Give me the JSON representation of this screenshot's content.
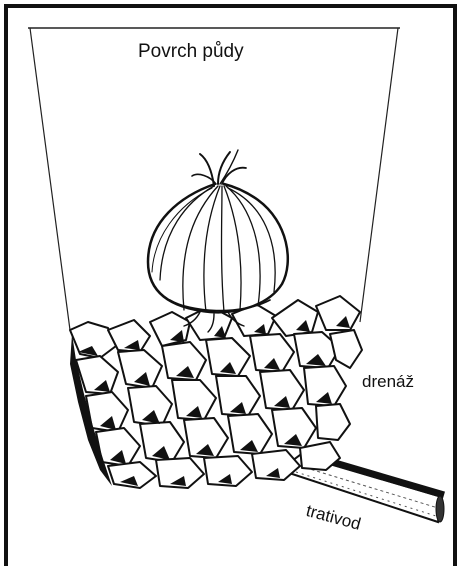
{
  "diagram": {
    "labels": {
      "surface": "Povrch půdy",
      "drainage": "drenáž",
      "drain_pipe": "trativod"
    },
    "parts": [
      "planting-pit",
      "bulb",
      "stone-drainage-layer",
      "drain-pipe"
    ],
    "colors": {
      "ink": "#111111",
      "background": "#ffffff"
    }
  }
}
